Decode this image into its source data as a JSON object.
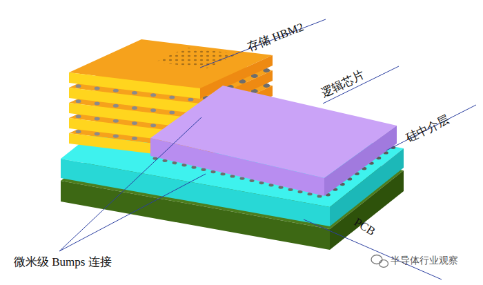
{
  "diagram": {
    "labels": [
      "存储 HBM2",
      "逻辑芯片",
      "硅中介层",
      "PCB",
      "微米级 Bumps 连接",
      "半导体行业观察"
    ]
  }
}
